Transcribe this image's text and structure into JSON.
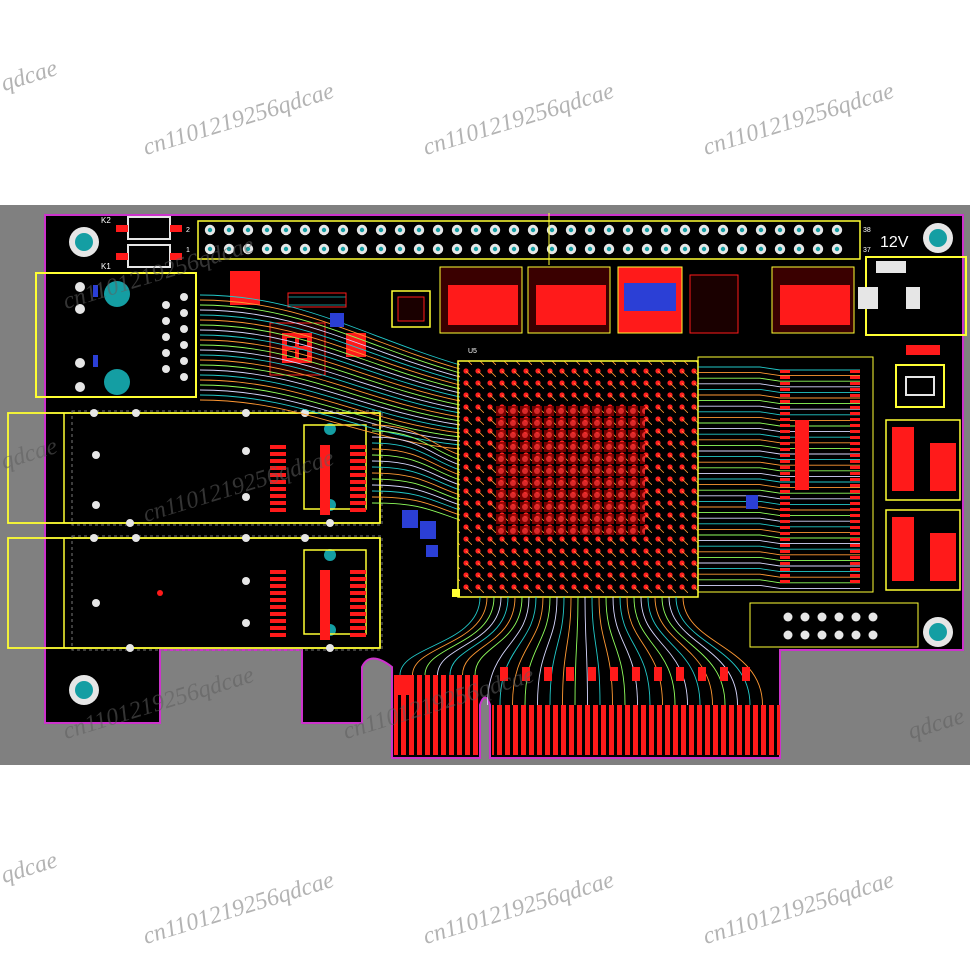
{
  "watermark": {
    "text": "cn1101219256qdcae",
    "partial_text": "qdcae"
  },
  "board": {
    "power_label": "12V",
    "connector_labels": {
      "k2": "K2",
      "k1": "K1"
    },
    "header_pin_labels": {
      "p2": "2",
      "p1": "1",
      "p38": "38",
      "p37": "37"
    },
    "ref_labels": {
      "u5": "U5"
    },
    "colors": {
      "canvas": "#808080",
      "board_fill": "#000000",
      "outline": "#cc33cc",
      "top_copper": "#ff1a1a",
      "silkscreen": "#ffff33",
      "pads": "#e6e6e6",
      "holes": "#149ea3",
      "bottom_copper": "#2b3fd6",
      "traces": [
        "#22c9c9",
        "#ff9933",
        "#8fff5c",
        "#d8d8ff"
      ]
    }
  }
}
